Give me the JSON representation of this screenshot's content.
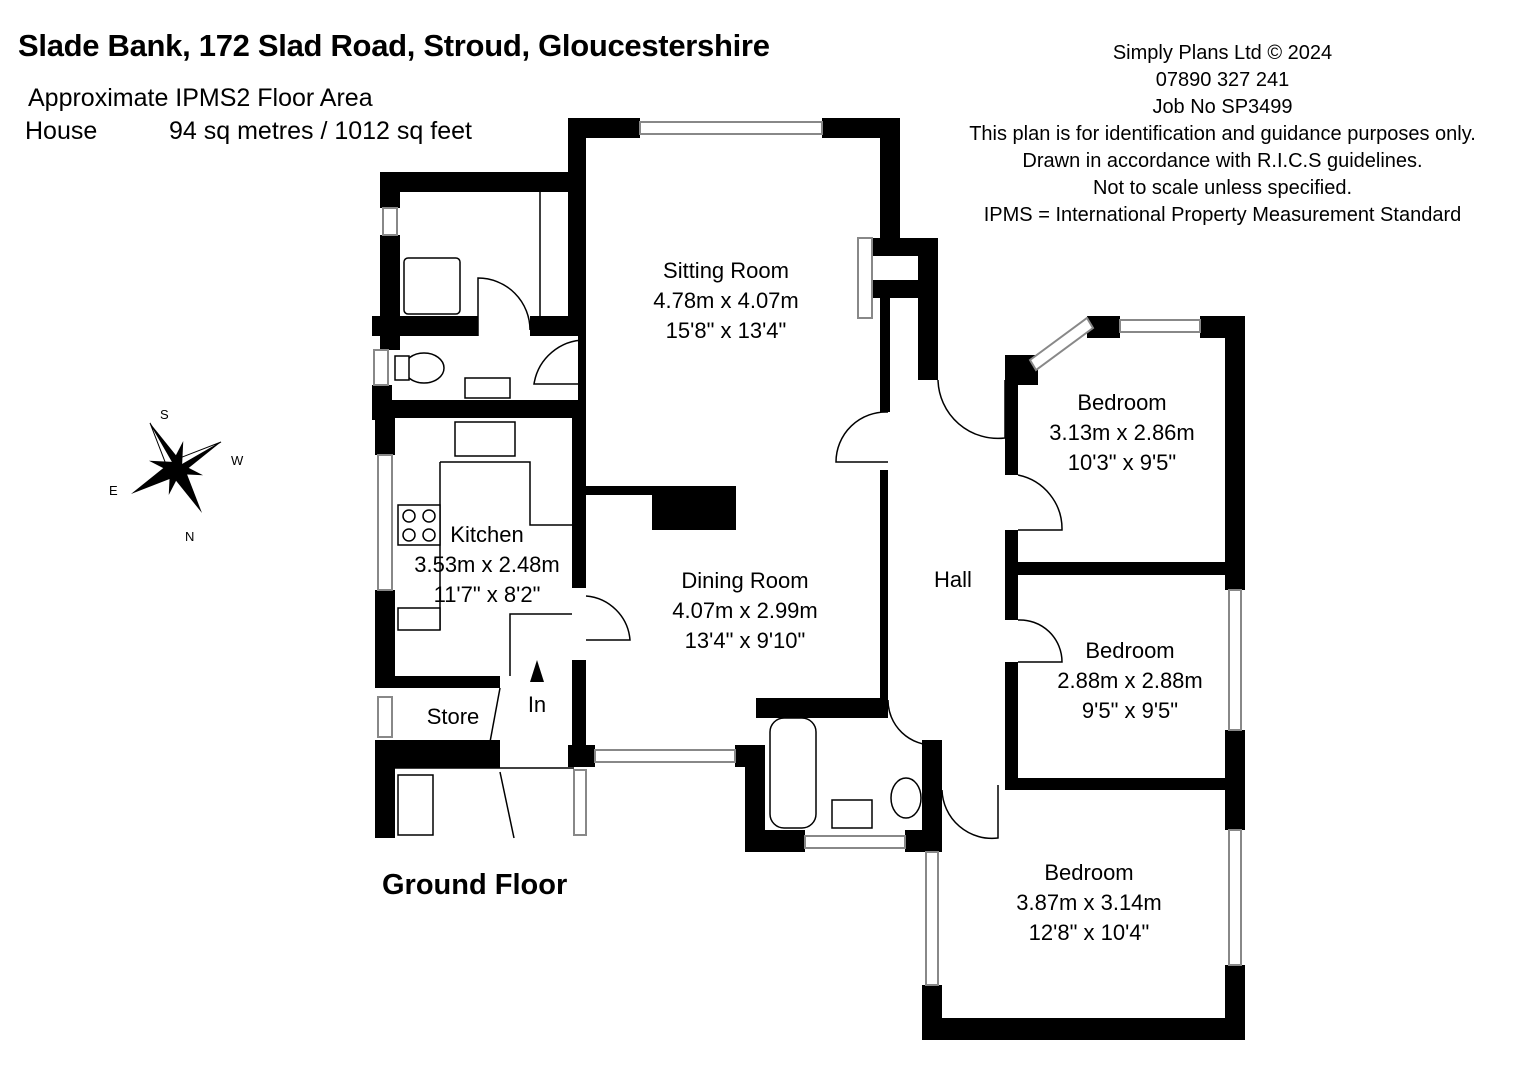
{
  "title": "Slade Bank, 172 Slad Road, Stroud, Gloucestershire",
  "area": {
    "heading": "Approximate IPMS2 Floor Area",
    "label": "House",
    "value": "94 sq metres / 1012 sq feet"
  },
  "info": [
    "Simply Plans Ltd © 2024",
    "07890 327 241",
    "Job No SP3499",
    "This plan is for identification and guidance purposes only.",
    "Drawn in accordance with R.I.C.S guidelines.",
    "Not to scale unless specified.",
    "IPMS = International Property Measurement Standard"
  ],
  "compass": {
    "s": "S",
    "w": "W",
    "e": "E",
    "n": "N"
  },
  "floor_label": "Ground Floor",
  "rooms": {
    "sitting": {
      "name": "Sitting Room",
      "metric": "4.78m x 4.07m",
      "imperial": "15'8\" x 13'4\""
    },
    "kitchen": {
      "name": "Kitchen",
      "metric": "3.53m x 2.48m",
      "imperial": "11'7\" x 8'2\""
    },
    "dining": {
      "name": "Dining Room",
      "metric": "4.07m x 2.99m",
      "imperial": "13'4\" x 9'10\""
    },
    "hall": {
      "name": "Hall"
    },
    "bed1": {
      "name": "Bedroom",
      "metric": "3.13m x 2.86m",
      "imperial": "10'3\" x 9'5\""
    },
    "bed2": {
      "name": "Bedroom",
      "metric": "2.88m x 2.88m",
      "imperial": "9'5\" x 9'5\""
    },
    "bed3": {
      "name": "Bedroom",
      "metric": "3.87m x 3.14m",
      "imperial": "12'8\" x 10'4\""
    },
    "store": {
      "name": "Store"
    },
    "entrance": {
      "name": "In"
    }
  }
}
